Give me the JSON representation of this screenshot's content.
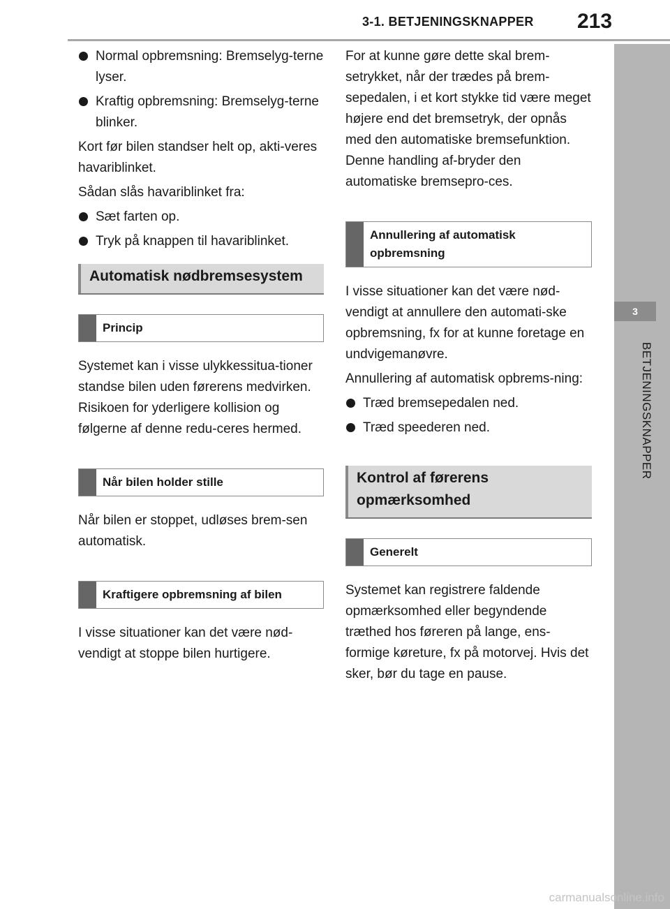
{
  "header": {
    "section_title": "3-1. BETJENINGSKNAPPER",
    "page_number": "213"
  },
  "side_tab": {
    "number": "3",
    "label": "BETJENINGSKNAPPER"
  },
  "left_column": {
    "bullets_top": [
      "Normal opbremsning: Bremselyg-terne lyser.",
      "Kraftig opbremsning: Bremselyg-terne blinker."
    ],
    "para1": "Kort før bilen standser helt op, akti-veres havariblinket.",
    "para2": "Sådan slås havariblinket fra:",
    "bullets_mid": [
      "Sæt farten op.",
      "Tryk på knappen til havariblinket."
    ],
    "heading_main": "Automatisk nødbremsesystem",
    "sub_princip": "Princip",
    "para_princip": "Systemet kan i visse ulykkessitua-tioner standse bilen uden førerens medvirken. Risikoen for yderligere kollision og følgerne af denne redu-ceres hermed.",
    "sub_stille": "Når bilen holder stille",
    "para_stille": "Når bilen er stoppet, udløses brem-sen automatisk.",
    "sub_kraftigere": "Kraftigere opbremsning af bilen",
    "para_kraftigere": "I visse situationer kan det være nød-vendigt at stoppe bilen hurtigere."
  },
  "right_column": {
    "para_top": "For at kunne gøre dette skal brem-setrykket, når der trædes på brem-sepedalen, i et kort stykke tid være meget højere end det bremsetryk, der opnås med den automatiske bremsefunktion. Denne handling af-bryder den automatiske bremsepro-ces.",
    "sub_annullering": "Annullering af automatisk opbremsning",
    "para_annullering1": "I visse situationer kan det være nød-vendigt at annullere den automati-ske opbremsning, fx for at kunne foretage en undvigemanøvre.",
    "para_annullering2": "Annullering af automatisk opbrems-ning:",
    "bullets_annullering": [
      "Træd bremsepedalen ned.",
      "Træd speederen ned."
    ],
    "heading_kontrol": "Kontrol af førerens opmærksomhed",
    "sub_generelt": "Generelt",
    "para_generelt": "Systemet kan registrere faldende opmærksomhed eller begyndende træthed hos føreren på lange, ens-formige køreture, fx på motorvej. Hvis det sker, bør du tage en pause."
  },
  "footer": {
    "watermark": "carmanualsonline.info"
  }
}
